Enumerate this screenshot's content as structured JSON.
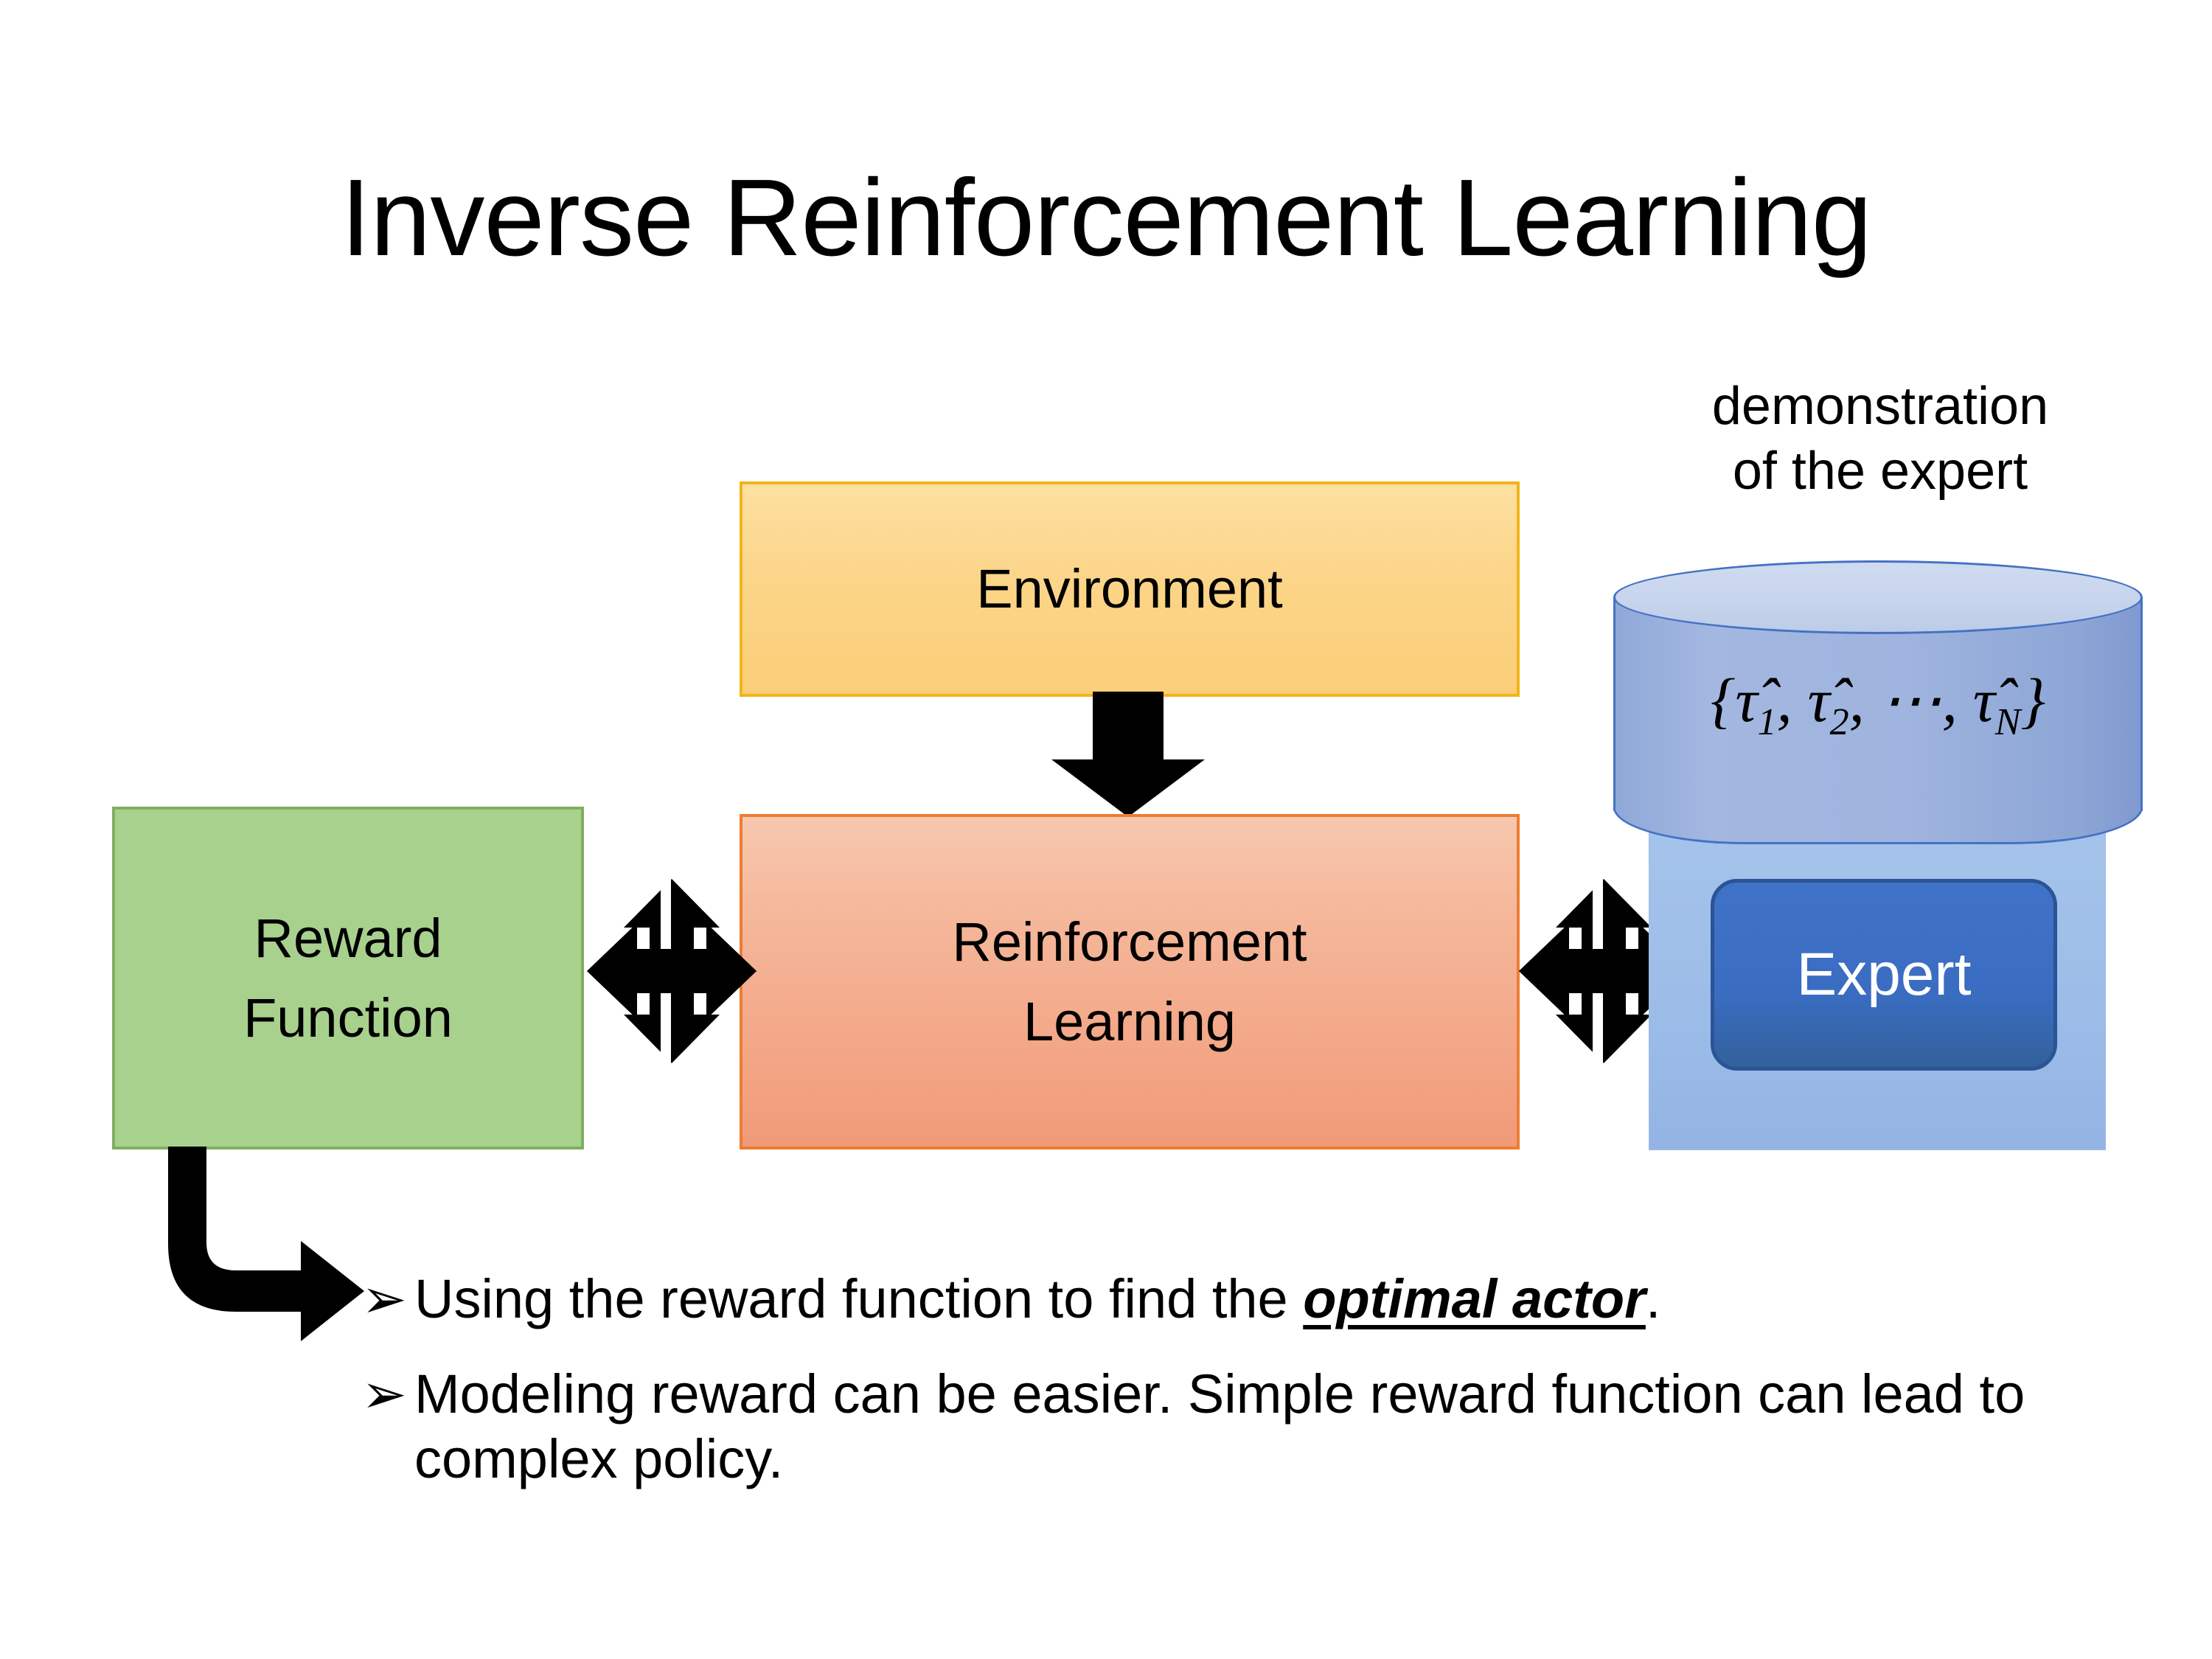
{
  "slide": {
    "title": "Inverse Reinforcement Learning",
    "background_color": "#FFFFFF"
  },
  "diagram": {
    "environment_box": {
      "label": "Environment",
      "fill_color": "#FBD589",
      "border_color": "#F2B518"
    },
    "reinforcement_learning_box": {
      "label_line1": "Reinforcement",
      "label_line2": "Learning",
      "fill_color": "#F3A787",
      "border_color": "#ED7D31"
    },
    "reward_function_box": {
      "label_line1": "Reward",
      "label_line2": "Function",
      "fill_color": "#A9D18E",
      "border_color": "#7FAF5F"
    },
    "demonstration_caption": {
      "line1": "demonstration",
      "line2": "of the expert"
    },
    "trajectory_cylinder": {
      "formula_open": "{",
      "tau1": "τ̂",
      "sub1": "1",
      "comma1": ", ",
      "tau2": "τ̂",
      "sub2": "2",
      "comma2": ", ",
      "ellipsis": "⋯",
      "comma3": ", ",
      "tauN": "τ̂",
      "subN": "N",
      "formula_close": "}",
      "formula_plain": "{τ̂1, τ̂2, ⋯, τ̂N}",
      "fill_color": "#9FB4DE",
      "top_color": "#C6D3EC",
      "border_color": "#4472C4"
    },
    "expert_box": {
      "label": "Expert",
      "fill_color": "#3A6CC2",
      "border_color": "#2A5496",
      "text_color": "#FFFFFF",
      "backing_color": "#9CBCE8"
    },
    "connectors": {
      "env_to_rl": "down-arrow",
      "reward_to_rl": "bidirectional-quad-arrow",
      "rl_to_expert": "bidirectional-quad-arrow",
      "reward_to_bullets": "elbow-arrow",
      "color": "#000000"
    }
  },
  "bullets": [
    {
      "marker": "➢",
      "prefix": "Using the reward function to find the ",
      "emphasis": "optimal actor",
      "suffix": "."
    },
    {
      "marker": "➢",
      "prefix": "Modeling reward can be easier. Simple reward function can lead to complex policy.",
      "emphasis": "",
      "suffix": ""
    }
  ]
}
